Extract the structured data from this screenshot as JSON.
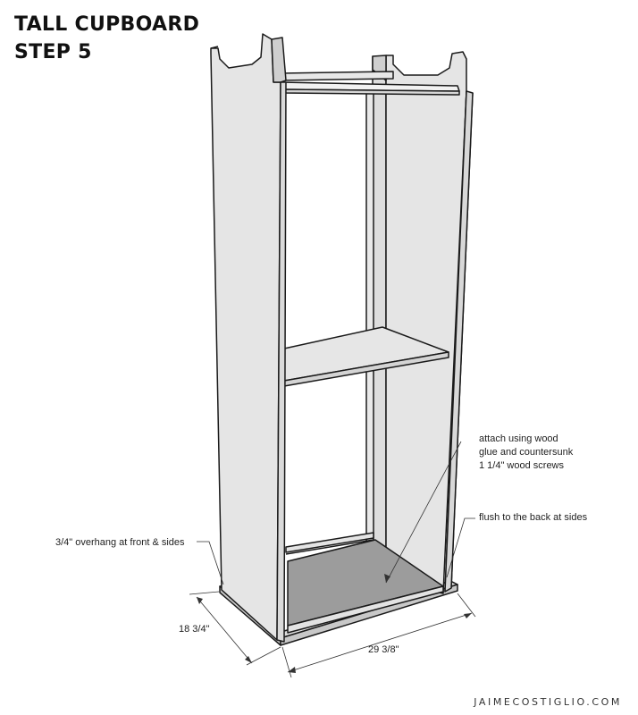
{
  "title": {
    "line1": "TALL CUPBOARD",
    "line2": "STEP 5"
  },
  "annotations": {
    "attach_line1": "attach using wood",
    "attach_line2": "glue and countersunk",
    "attach_line3": "1 1/4\" wood screws",
    "flush": "flush to the back at sides",
    "overhang": "3/4\" overhang at front & sides"
  },
  "dimensions": {
    "depth": "18 3/4\"",
    "width": "29 3/8\""
  },
  "credit": "JAIMECOSTIGLIO.COM",
  "colors": {
    "panel": "#e5e5e5",
    "panel_dark": "#d2d2d2",
    "bottom_board": "#9c9c9c",
    "outline": "#1a1a1a"
  }
}
